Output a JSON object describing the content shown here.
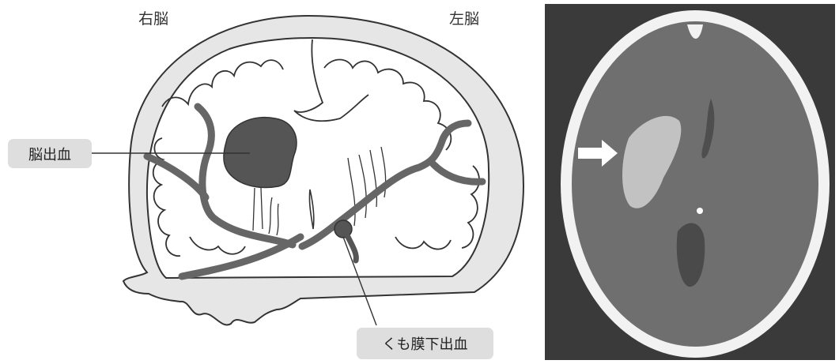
{
  "diagram": {
    "right_brain_label": "右脳",
    "left_brain_label": "左脳",
    "cerebral_hemorrhage_label": "脳出血",
    "subarachnoid_hemorrhage_label": "くも膜下出血"
  },
  "colors": {
    "skull_fill": "#e6e6e6",
    "outline": "#333333",
    "hemorrhage": "#555555",
    "callout_bg": "#dedede",
    "ct_bone": "#f2f2f2",
    "ct_background": "#3a3a3a",
    "ct_brain": "#6f6f6f",
    "ct_bleed": "#c2c2c2"
  },
  "icons": [
    "right-arrow-icon"
  ]
}
